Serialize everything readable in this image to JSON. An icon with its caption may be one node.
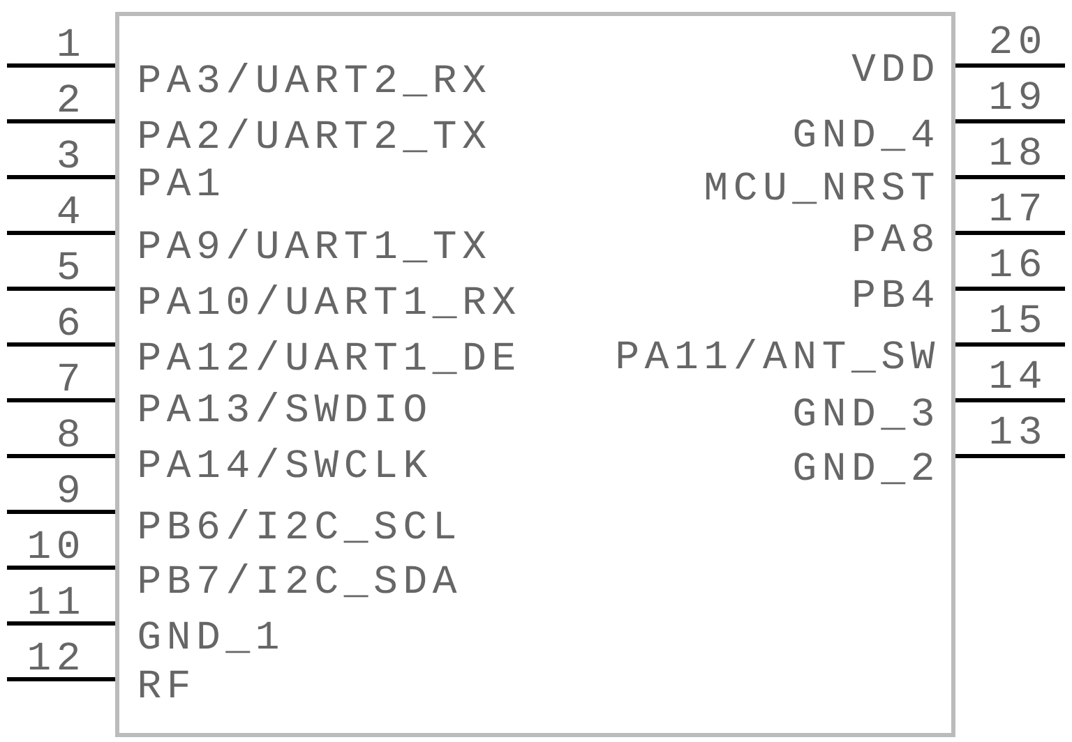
{
  "diagram": {
    "nodes": [
      {
        "text": [
          "PA3/UART2_RX",
          "PA2/UART2_TX",
          "PA1",
          "PA9/UART1_TX",
          "PA10/UART1_RX",
          "PA12/UART1_DE",
          "PA13/SWDIO",
          "PA14/SWCLK",
          "PB6/I2C_SCL",
          "PB7/I2C_SDA",
          "GND_1",
          "RF",
          "VDD",
          "GND_4",
          "MCU_NRST",
          "PA8",
          "PB4",
          "PA11/ANT_SW",
          "GND_3",
          "GND_2"
        ]
      }
    ],
    "labels": [
      "1",
      "2",
      "3",
      "4",
      "5",
      "6",
      "7",
      "8",
      "9",
      "10",
      "11",
      "12",
      "20",
      "19",
      "18",
      "17",
      "16",
      "15",
      "14",
      "13"
    ]
  }
}
